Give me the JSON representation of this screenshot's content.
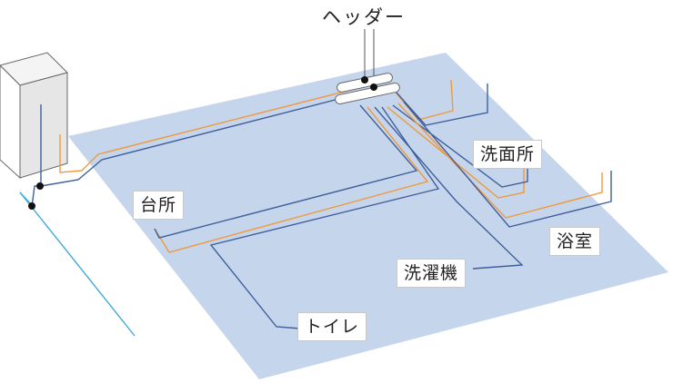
{
  "header_label": "ヘッダー",
  "rooms": {
    "kitchen": "台所",
    "washroom": "洗面所",
    "bathroom": "浴室",
    "laundry": "洗濯機",
    "toilet": "トイレ"
  },
  "colors": {
    "floor": "#c5d5ec",
    "hot_pipe": "#f0993a",
    "cold_pipe": "#3f5f9c",
    "supply_pipe": "#42a9dc",
    "outline": "#555555"
  }
}
